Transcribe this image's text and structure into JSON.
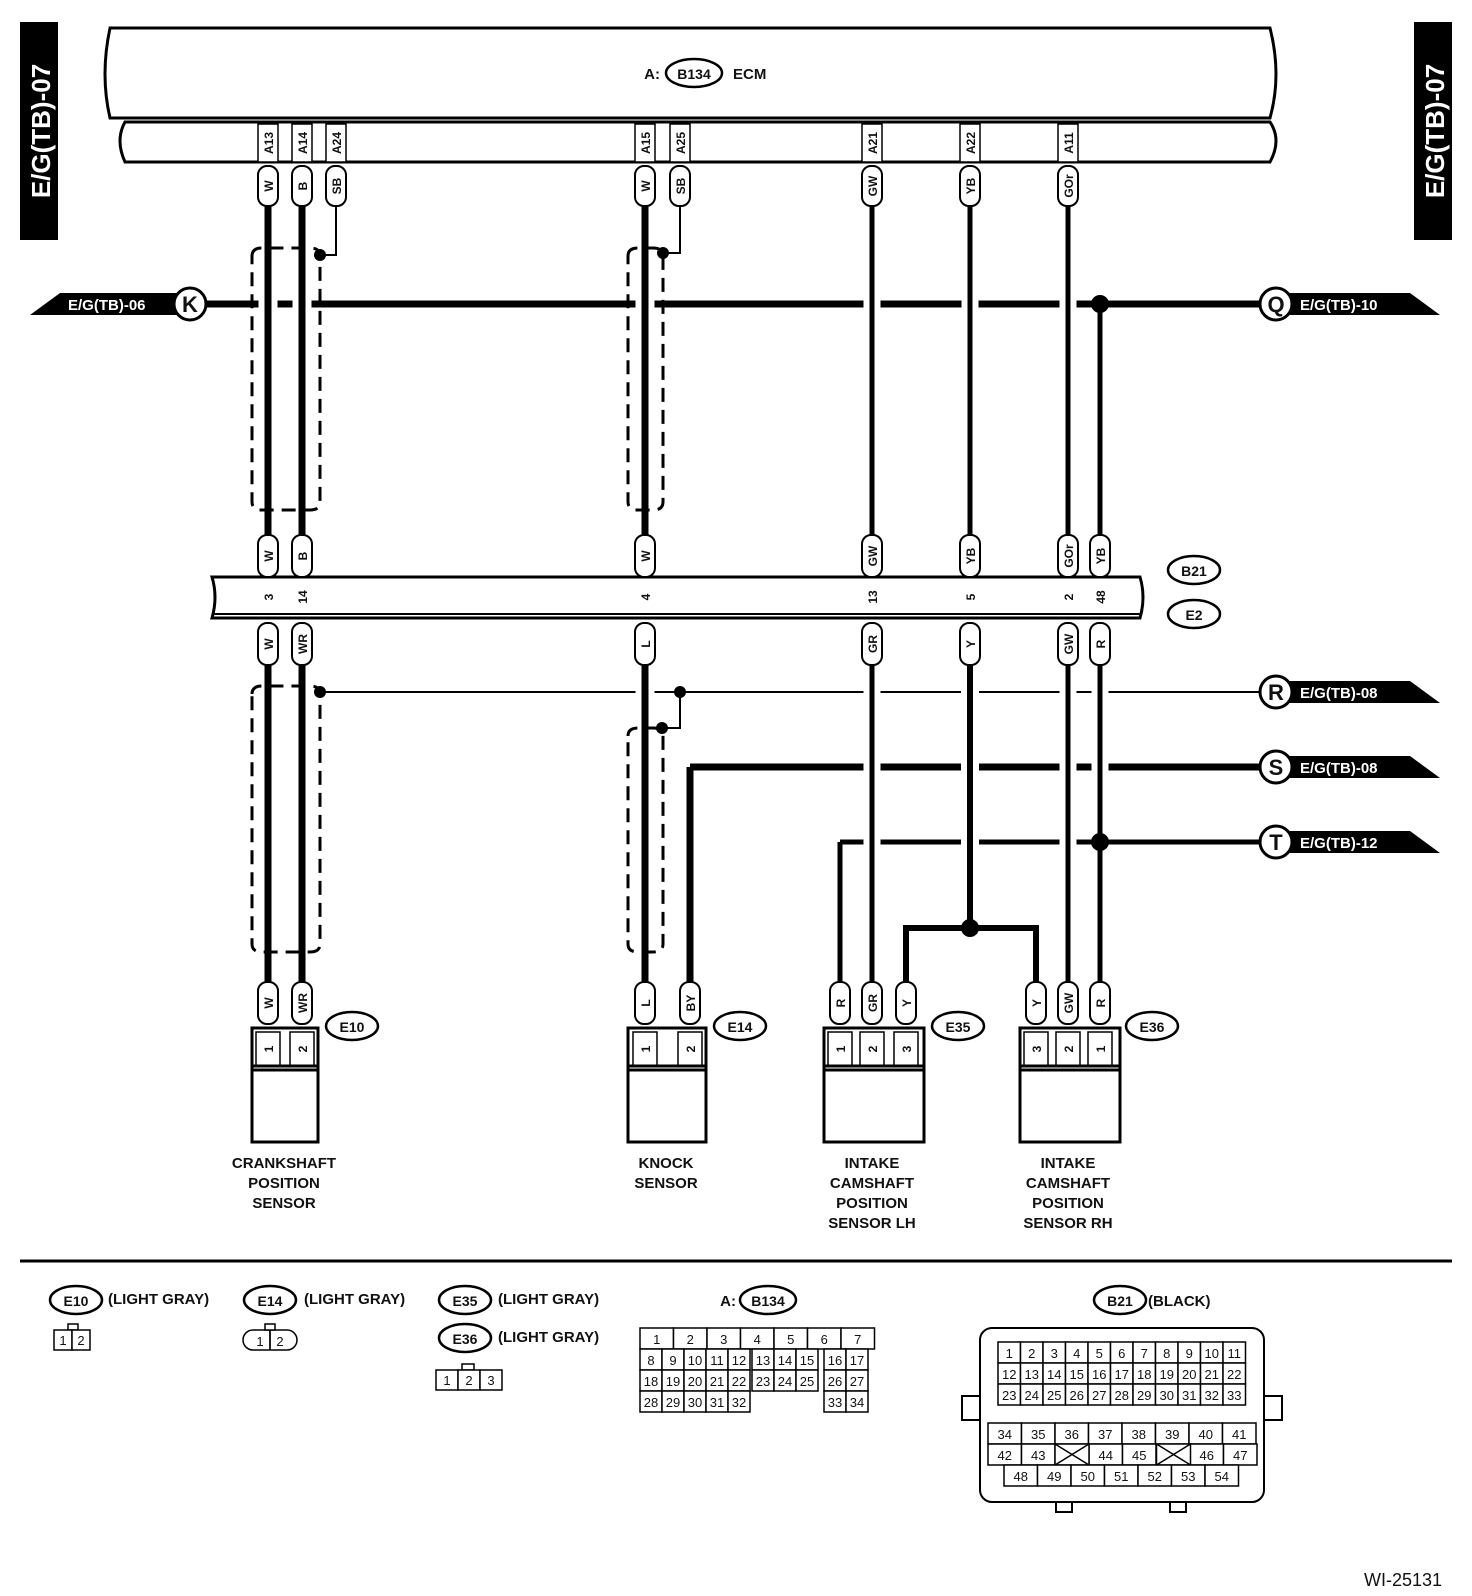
{
  "page_ref": "E/G(TB)-07",
  "ecm": {
    "prefix": "A:",
    "connector": "B134",
    "name": "ECM"
  },
  "ecm_pins": [
    {
      "pin": "A13",
      "color": "W"
    },
    {
      "pin": "A14",
      "color": "B"
    },
    {
      "pin": "A24",
      "color": "SB"
    },
    {
      "pin": "A15",
      "color": "W"
    },
    {
      "pin": "A25",
      "color": "SB"
    },
    {
      "pin": "A21",
      "color": "GW"
    },
    {
      "pin": "A22",
      "color": "YB"
    },
    {
      "pin": "A11",
      "color": "GOr"
    }
  ],
  "joint_connector": {
    "upper_id": "B21",
    "lower_id": "E2",
    "upper_colors": [
      "W",
      "B",
      "W",
      "GW",
      "YB",
      "GOr",
      "YB"
    ],
    "pins": [
      "3",
      "14",
      "4",
      "13",
      "5",
      "2",
      "48"
    ],
    "lower_colors": [
      "W",
      "WR",
      "L",
      "GR",
      "Y",
      "GW",
      "R"
    ]
  },
  "off_page": [
    {
      "letter": "K",
      "ref": "E/G(TB)-06"
    },
    {
      "letter": "Q",
      "ref": "E/G(TB)-10"
    },
    {
      "letter": "R",
      "ref": "E/G(TB)-08"
    },
    {
      "letter": "S",
      "ref": "E/G(TB)-08"
    },
    {
      "letter": "T",
      "ref": "E/G(TB)-12"
    }
  ],
  "sensors": [
    {
      "id": "E10",
      "wires": [
        "W",
        "WR"
      ],
      "pins": [
        "1",
        "2"
      ],
      "label": [
        "CRANKSHAFT",
        "POSITION",
        "SENSOR"
      ]
    },
    {
      "id": "E14",
      "wires": [
        "L",
        "BY"
      ],
      "pins": [
        "1",
        "2"
      ],
      "label": [
        "KNOCK",
        "SENSOR"
      ]
    },
    {
      "id": "E35",
      "wires": [
        "R",
        "GR",
        "Y"
      ],
      "pins": [
        "1",
        "2",
        "3"
      ],
      "label": [
        "INTAKE",
        "CAMSHAFT",
        "POSITION",
        "SENSOR LH"
      ]
    },
    {
      "id": "E36",
      "wires": [
        "Y",
        "GW",
        "R"
      ],
      "pins": [
        "3",
        "2",
        "1"
      ],
      "label": [
        "INTAKE",
        "CAMSHAFT",
        "POSITION",
        "SENSOR RH"
      ]
    }
  ],
  "legend": {
    "e10": {
      "id": "E10",
      "color": "(LIGHT GRAY)",
      "pins": [
        "1",
        "2"
      ]
    },
    "e14": {
      "id": "E14",
      "color": "(LIGHT GRAY)",
      "pins": [
        "1",
        "2"
      ]
    },
    "e35": {
      "id": "E35",
      "color": "(LIGHT GRAY)"
    },
    "e36": {
      "id": "E36",
      "color": "(LIGHT GRAY)",
      "pins": [
        "1",
        "2",
        "3"
      ]
    },
    "b134": {
      "prefix": "A:",
      "id": "B134",
      "rows": [
        [
          "1",
          "2",
          "3",
          "4",
          "5",
          "6",
          "7"
        ],
        [
          "8",
          "9",
          "10",
          "11",
          "12",
          "13",
          "14",
          "15",
          "16",
          "17"
        ],
        [
          "18",
          "19",
          "20",
          "21",
          "22",
          "23",
          "24",
          "25",
          "26",
          "27"
        ],
        [
          "28",
          "29",
          "30",
          "31",
          "32",
          "33",
          "34"
        ]
      ]
    },
    "b21": {
      "id": "B21",
      "color": "(BLACK)",
      "rows": [
        [
          "1",
          "2",
          "3",
          "4",
          "5",
          "6",
          "7",
          "8",
          "9",
          "10",
          "11"
        ],
        [
          "12",
          "13",
          "14",
          "15",
          "16",
          "17",
          "18",
          "19",
          "20",
          "21",
          "22"
        ],
        [
          "23",
          "24",
          "25",
          "26",
          "27",
          "28",
          "29",
          "30",
          "31",
          "32",
          "33"
        ],
        [
          "34",
          "35",
          "36",
          "37",
          "38",
          "39",
          "40",
          "41"
        ],
        [
          "42",
          "43",
          "44",
          "45",
          "46",
          "47"
        ],
        [
          "48",
          "49",
          "50",
          "51",
          "52",
          "53",
          "54"
        ]
      ]
    }
  },
  "figure_id": "WI-25131"
}
